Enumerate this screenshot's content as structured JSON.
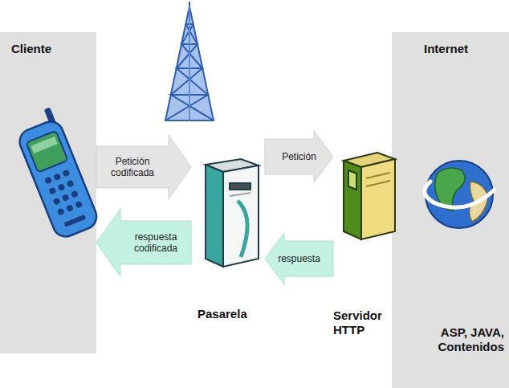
{
  "diagram": {
    "nodes": [
      {
        "text": [
          "Cliente"
        ]
      },
      {
        "text": [
          "Pasarela"
        ]
      },
      {
        "text": [
          "Servidor HTTP"
        ]
      },
      {
        "text": [
          "Internet",
          "ASP, JAVA, Contenidos"
        ]
      }
    ],
    "edges": [
      {
        "from": 0,
        "to": 1,
        "arrow": "to",
        "label": "Petición codificada"
      },
      {
        "from": 1,
        "to": 0,
        "arrow": "to",
        "label": "respuesta codificada"
      },
      {
        "from": 1,
        "to": 2,
        "arrow": "to",
        "label": "Petición"
      },
      {
        "from": 2,
        "to": 1,
        "arrow": "to",
        "label": "respuesta"
      }
    ]
  }
}
